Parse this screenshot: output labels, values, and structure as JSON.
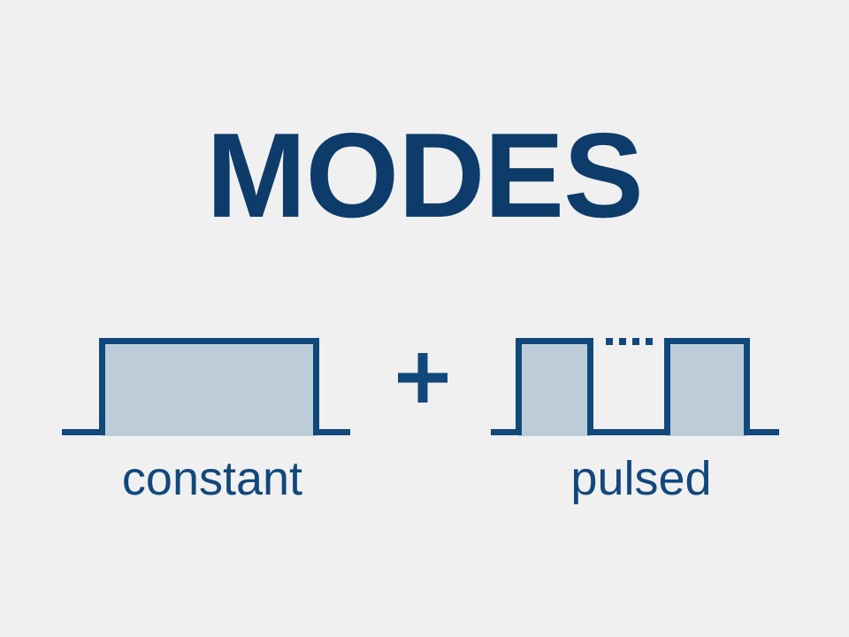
{
  "slide": {
    "title": "MODES",
    "background_color": "#f0f0f0",
    "accent_color": "#0d3c6b",
    "stroke_color": "#11487c",
    "fill_color": "#bccdd9"
  },
  "diagram": {
    "operator": "+",
    "waveforms": [
      {
        "id": "constant",
        "label": "constant",
        "description": "single continuous rectangular pulse",
        "pulse_count": 1,
        "has_ellipsis": false
      },
      {
        "id": "pulsed",
        "label": "pulsed",
        "description": "repeating rectangular pulses with dotted continuation",
        "pulse_count": 2,
        "has_ellipsis": true,
        "ellipsis_dots": 4
      }
    ]
  }
}
